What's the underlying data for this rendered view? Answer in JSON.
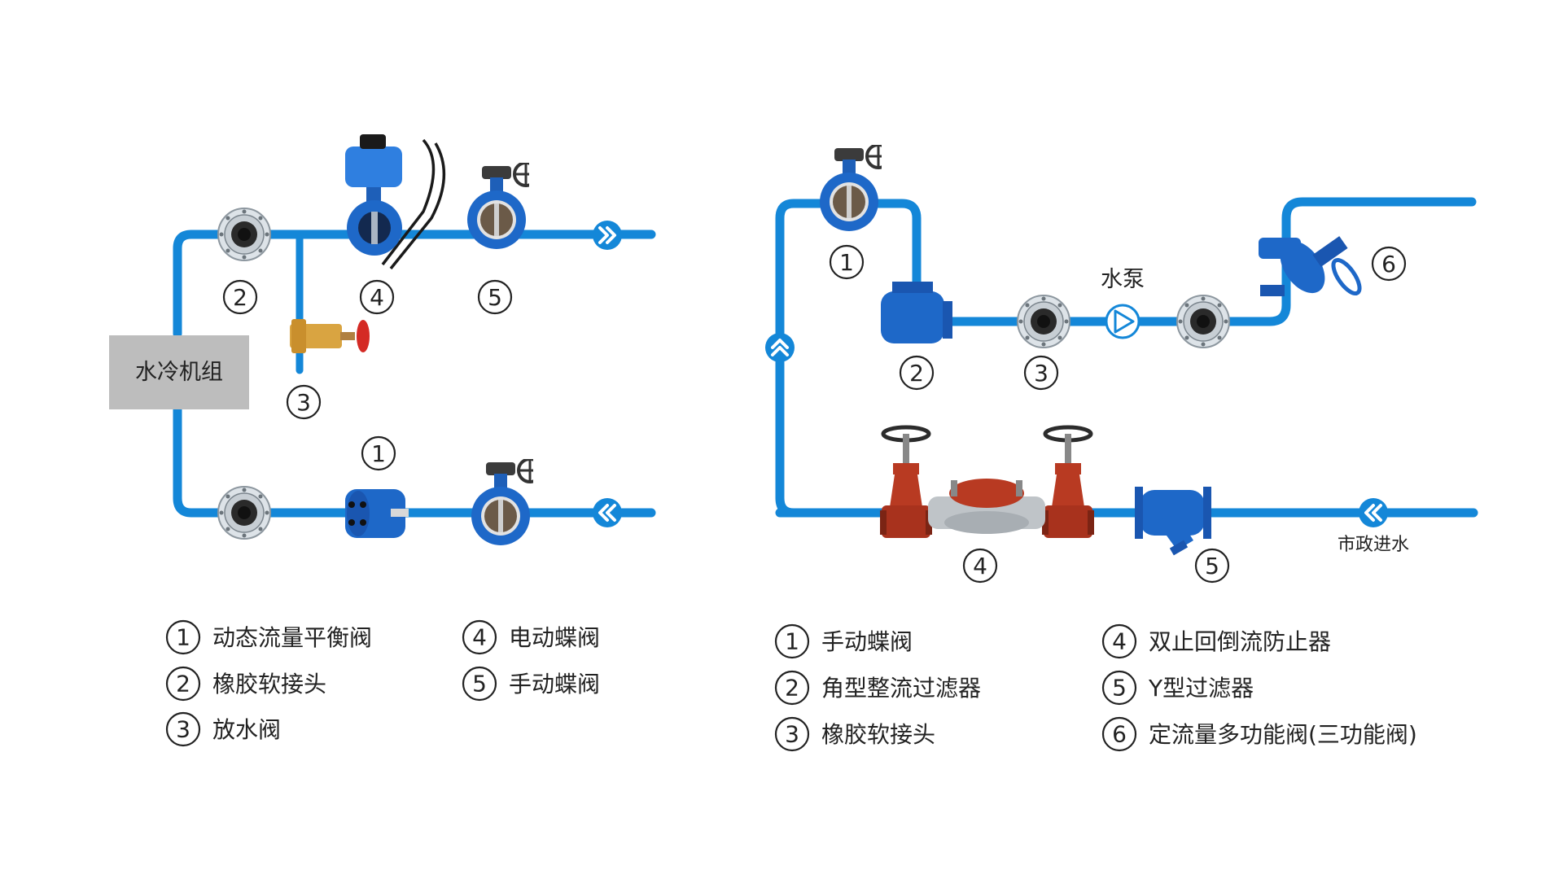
{
  "colors": {
    "pipe": "#1487d8",
    "valve_blue": "#1e68c8",
    "chiller_box": "#bdbdbd",
    "red_valve": "#b83a22",
    "brass": "#d9a441"
  },
  "left": {
    "chiller_label": "水冷机组",
    "markers": [
      "1",
      "2",
      "3",
      "4",
      "5"
    ],
    "legend": [
      {
        "num": "1",
        "text": "动态流量平衡阀"
      },
      {
        "num": "2",
        "text": "橡胶软接头"
      },
      {
        "num": "3",
        "text": "放水阀"
      },
      {
        "num": "4",
        "text": "电动蝶阀"
      },
      {
        "num": "5",
        "text": "手动蝶阀"
      }
    ]
  },
  "right": {
    "pump_label": "水泵",
    "inlet_label": "市政进水",
    "markers": [
      "1",
      "2",
      "3",
      "4",
      "5",
      "6"
    ],
    "legend": [
      {
        "num": "1",
        "text": "手动蝶阀"
      },
      {
        "num": "2",
        "text": "角型整流过滤器"
      },
      {
        "num": "3",
        "text": "橡胶软接头"
      },
      {
        "num": "4",
        "text": "双止回倒流防止器"
      },
      {
        "num": "5",
        "text": "Y型过滤器"
      },
      {
        "num": "6",
        "text": "定流量多功能阀(三功能阀)"
      }
    ]
  }
}
